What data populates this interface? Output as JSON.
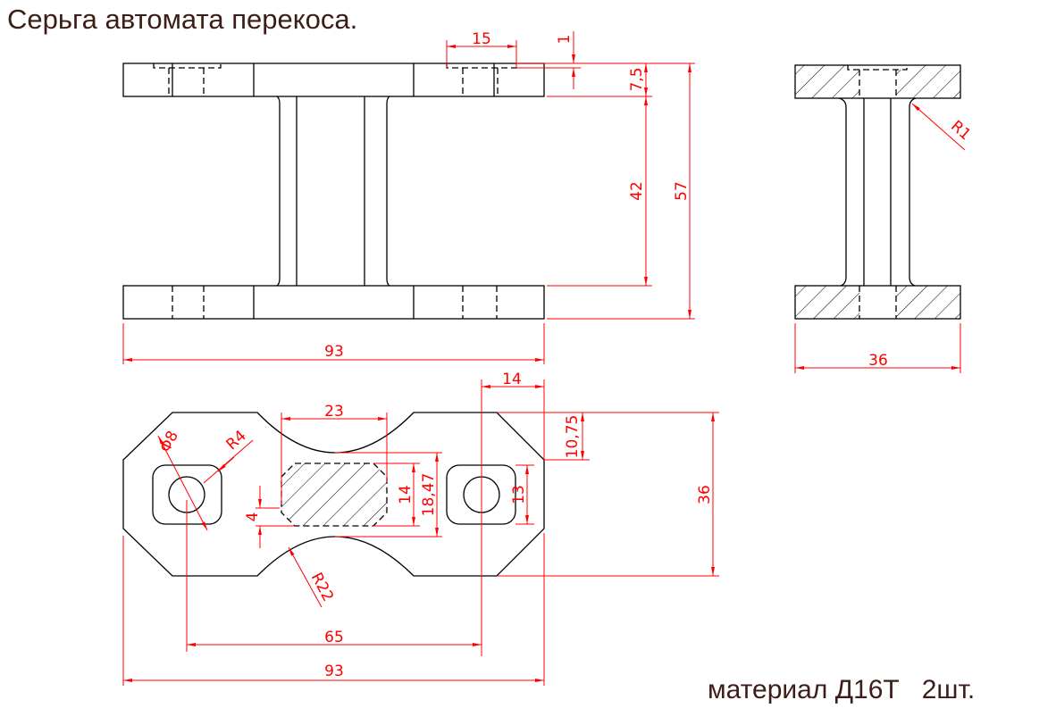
{
  "title": "Серьга автомата перекоса.",
  "note": "материал Д16Т   2шт.",
  "colors": {
    "outline": "#000000",
    "dimension": "#ff0000",
    "text": "#3b1e18"
  },
  "front_view": {
    "dims": {
      "counterbore_width": "15",
      "counterbore_depth": "1",
      "plate_thickness": "7,5",
      "column_height": "42",
      "total_height": "57",
      "length": "93"
    }
  },
  "side_view": {
    "dims": {
      "width": "36",
      "fillet": "R1"
    }
  },
  "top_view": {
    "dims": {
      "notch_width": "23",
      "end_offset": "14",
      "chamfer": "10,75",
      "width": "36",
      "pocket": "13",
      "section_height": "14",
      "neck_width": "18,47",
      "offset": "4",
      "hole": "Φ8",
      "corner_radius": "R4",
      "notch_radius": "R22",
      "hole_spacing": "65",
      "length": "93"
    }
  }
}
